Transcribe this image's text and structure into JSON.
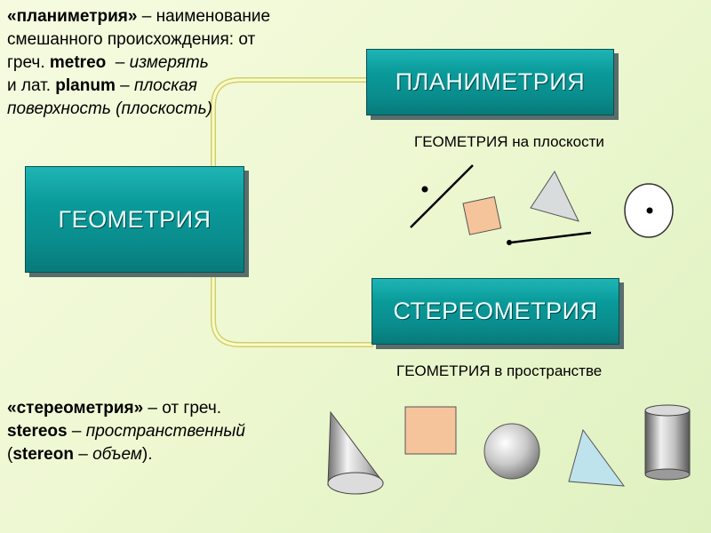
{
  "definition_plan": {
    "l1_term": "«планиметрия»",
    "l1_rest": " – наименование",
    "l2": "смешанного происхождения: от",
    "l3_prefix": "греч. ",
    "l3_word": "metreo",
    "l3_dash": "  – ",
    "l3_meaning": "измерять",
    "l4_prefix": "и лат. ",
    "l4_word": "planum",
    "l4_dash": " – ",
    "l4_meaning": "плоская",
    "l5": "поверхность (плоскость)"
  },
  "definition_stereo": {
    "l1_term": "«стереометрия»",
    "l1_rest": " – от греч.",
    "l2_word": "stereos",
    "l2_dash": " – ",
    "l2_meaning": "пространственный",
    "l3_open": "(",
    "l3_word": "stereon",
    "l3_dash": " – ",
    "l3_meaning": "объем",
    "l3_close": ")."
  },
  "boxes": {
    "geometry": "ГЕОМЕТРИЯ",
    "planimetry": "ПЛАНИМЕТРИЯ",
    "stereometry": "СТЕРЕОМЕТРИЯ"
  },
  "captions": {
    "plane": "ГЕОМЕТРИЯ на плоскости",
    "space": "ГЕОМЕТРИЯ в пространстве"
  },
  "colors": {
    "box_fill": "#0a9a9a",
    "connector": "#f2f2a0",
    "square_fill": "#f6c49a",
    "triangle_plane_fill": "#d8dcdc",
    "triangle_space_fill": "#bfe3ec"
  }
}
